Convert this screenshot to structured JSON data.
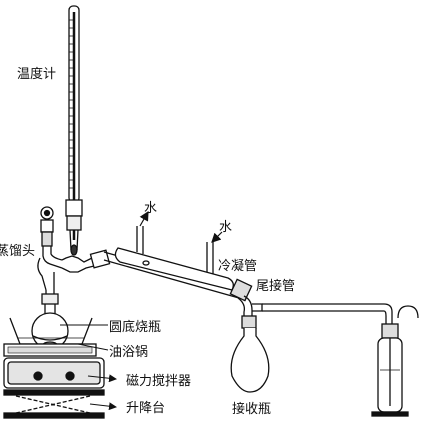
{
  "labels": {
    "thermometer": "温度计",
    "still_head": "蒸馏头",
    "water_out": "水",
    "water_in": "水",
    "condenser": "冷凝管",
    "adapter": "尾接管",
    "round_flask": "圆底烧瓶",
    "oil_bath": "油浴锅",
    "stirrer": "磁力搅拌器",
    "lift": "升降台",
    "receiver": "接收瓶"
  }
}
